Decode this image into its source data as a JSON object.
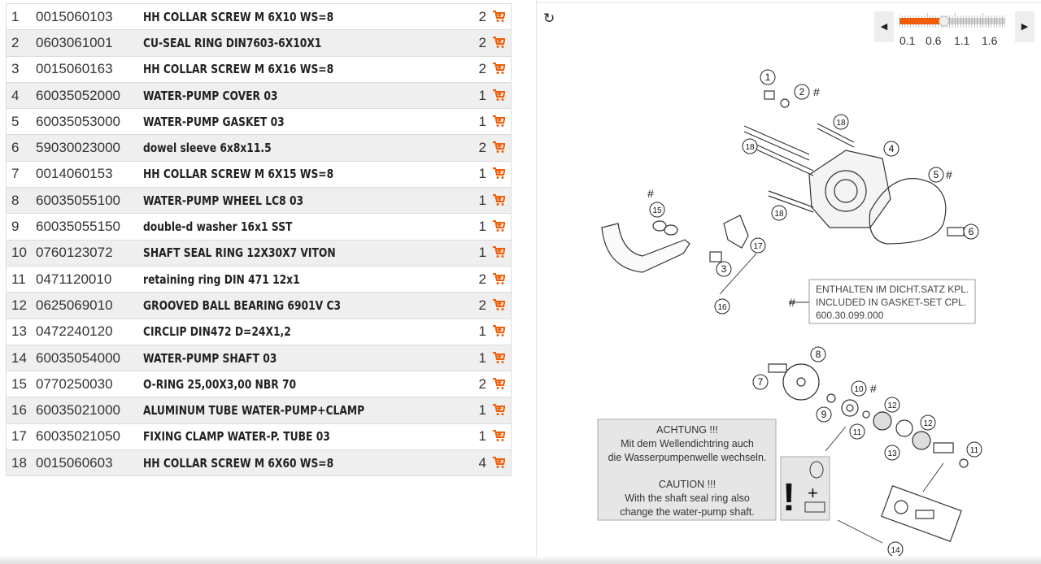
{
  "parts": [
    {
      "pos": "1",
      "number": "0015060103",
      "description": "HH COLLAR SCREW M 6X10 WS=8",
      "qty": "2"
    },
    {
      "pos": "2",
      "number": "0603061001",
      "description": "CU-SEAL RING DIN7603-6X10X1",
      "qty": "2"
    },
    {
      "pos": "3",
      "number": "0015060163",
      "description": "HH COLLAR SCREW M 6X16 WS=8",
      "qty": "2"
    },
    {
      "pos": "4",
      "number": "60035052000",
      "description": "WATER-PUMP COVER 03",
      "qty": "1"
    },
    {
      "pos": "5",
      "number": "60035053000",
      "description": "WATER-PUMP GASKET 03",
      "qty": "1"
    },
    {
      "pos": "6",
      "number": "59030023000",
      "description": "dowel sleeve 6x8x11.5",
      "qty": "2"
    },
    {
      "pos": "7",
      "number": "0014060153",
      "description": "HH COLLAR SCREW M 6X15 WS=8",
      "qty": "1"
    },
    {
      "pos": "8",
      "number": "60035055100",
      "description": "WATER-PUMP WHEEL LC8 03",
      "qty": "1"
    },
    {
      "pos": "9",
      "number": "60035055150",
      "description": "double-d washer 16x1 SST",
      "qty": "1"
    },
    {
      "pos": "10",
      "number": "0760123072",
      "description": "SHAFT SEAL RING 12X30X7 VITON",
      "qty": "1"
    },
    {
      "pos": "11",
      "number": "0471120010",
      "description": "retaining ring DIN 471 12x1",
      "qty": "2"
    },
    {
      "pos": "12",
      "number": "0625069010",
      "description": "GROOVED BALL BEARING 6901V C3",
      "qty": "2"
    },
    {
      "pos": "13",
      "number": "0472240120",
      "description": "CIRCLIP DIN472 D=24X1,2",
      "qty": "1"
    },
    {
      "pos": "14",
      "number": "60035054000",
      "description": "WATER-PUMP SHAFT 03",
      "qty": "1"
    },
    {
      "pos": "15",
      "number": "0770250030",
      "description": "O-RING 25,00X3,00 NBR 70",
      "qty": "2"
    },
    {
      "pos": "16",
      "number": "60035021000",
      "description": "ALUMINUM TUBE WATER-PUMP+CLAMP",
      "qty": "1"
    },
    {
      "pos": "17",
      "number": "60035021050",
      "description": "FIXING CLAMP WATER-P. TUBE 03",
      "qty": "1"
    },
    {
      "pos": "18",
      "number": "0015060603",
      "description": "HH COLLAR SCREW M 6X60 WS=8",
      "qty": "4"
    }
  ],
  "icons": {
    "cart": "cart-plus-icon",
    "refresh": "refresh-icon",
    "prev": "triangle-left-icon",
    "next": "triangle-right-icon"
  },
  "colors": {
    "accent": "#f25c05",
    "track": "#d6d6d6"
  },
  "zoom": {
    "ticks": [
      "0.1",
      "0.6",
      "1.1",
      "1.6"
    ],
    "min": 0.1,
    "max": 2.0,
    "value": 0.9,
    "prev": "◀",
    "next": "▶"
  },
  "diagram": {
    "callouts": [
      "1",
      "2",
      "18",
      "18",
      "4",
      "5",
      "6",
      "18",
      "15",
      "17",
      "3",
      "16",
      "8",
      "7",
      "10",
      "9",
      "11",
      "12",
      "12",
      "13",
      "11",
      "14"
    ],
    "hash": "#",
    "gasket_note": [
      "ENTHALTEN IM DICHT.SATZ KPL.",
      "INCLUDED IN GASKET-SET CPL.",
      "600.30.099.000"
    ],
    "caution_note": [
      "ACHTUNG !!!",
      "Mit dem Wellendichtring auch",
      "die Wasserpumpenwelle wechseln.",
      "CAUTION !!!",
      "With the shaft seal ring also",
      "change the water-pump shaft."
    ],
    "warn_symbols": [
      "!",
      "+"
    ]
  }
}
